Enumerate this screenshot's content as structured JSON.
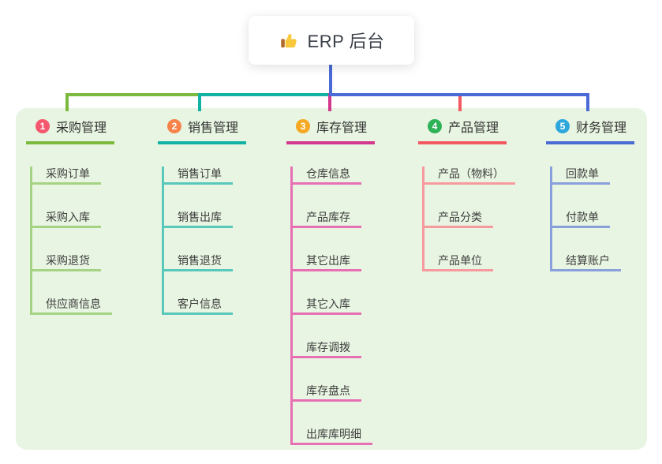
{
  "root": {
    "label": "ERP 后台",
    "icon": "thumbs-up-icon"
  },
  "branches": [
    {
      "index": "1",
      "label": "采购管理",
      "badge_color": "#f4586e",
      "line_color": "#7cb93f",
      "light_color": "#a6d383",
      "children": [
        "采购订单",
        "采购入库",
        "采购退货",
        "供应商信息"
      ]
    },
    {
      "index": "2",
      "label": "销售管理",
      "badge_color": "#f7834b",
      "line_color": "#12b2a4",
      "light_color": "#58c8bb",
      "children": [
        "销售订单",
        "销售出库",
        "销售退货",
        "客户信息"
      ]
    },
    {
      "index": "3",
      "label": "库存管理",
      "badge_color": "#f5a822",
      "line_color": "#d4378e",
      "light_color": "#e770b5",
      "children": [
        "仓库信息",
        "产品库存",
        "其它出库",
        "其它入库",
        "库存调拨",
        "库存盘点",
        "出库库明细"
      ]
    },
    {
      "index": "4",
      "label": "产品管理",
      "badge_color": "#2eb258",
      "line_color": "#f25961",
      "light_color": "#f79a9e",
      "children": [
        "产品（物料）",
        "产品分类",
        "产品单位"
      ]
    },
    {
      "index": "5",
      "label": "财务管理",
      "badge_color": "#2ea7dd",
      "line_color": "#4a6bd5",
      "light_color": "#8aa0dc",
      "children": [
        "回款单",
        "付款单",
        "结算账户"
      ]
    }
  ],
  "colors": {
    "panel_bg": "#e8f5e2",
    "root_line": "#4a6bd5",
    "thumb_hand": "#f9c73a",
    "thumb_cuff": "#b26a2d"
  }
}
